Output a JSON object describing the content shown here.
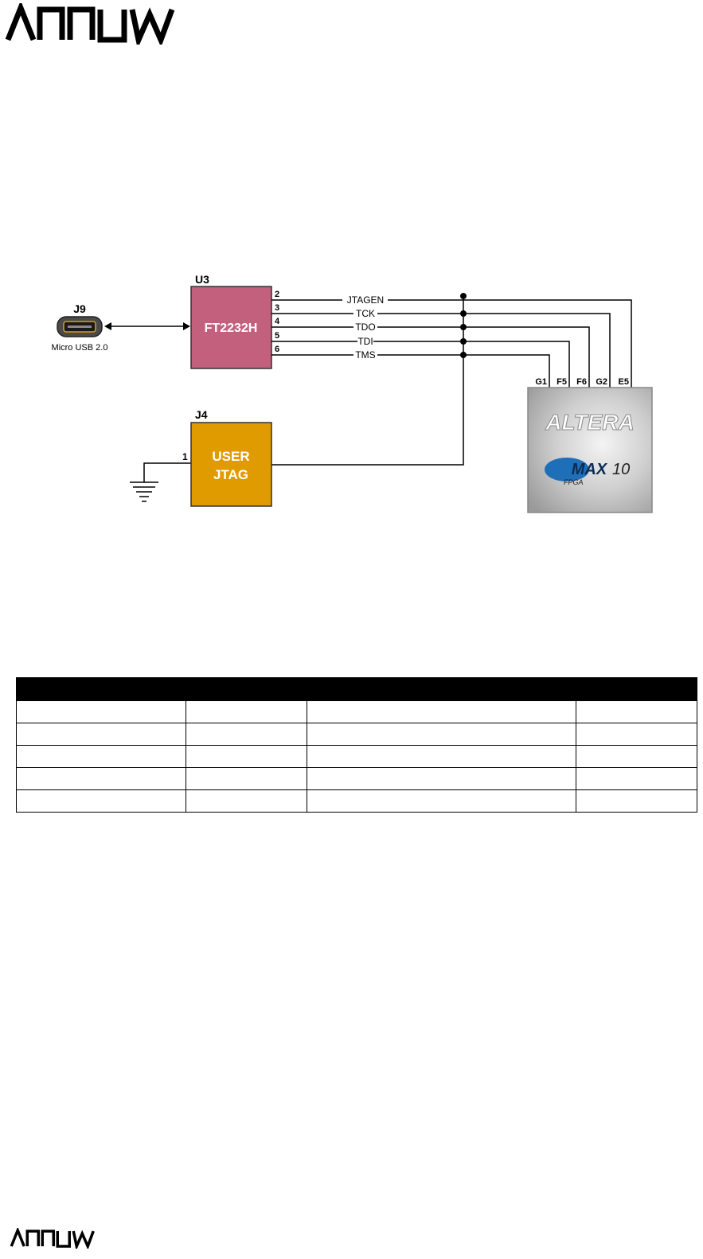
{
  "diagram": {
    "usb": {
      "ref": "J9",
      "label": "Micro USB 2.0"
    },
    "ftdi": {
      "ref": "U3",
      "label": "FT2232H",
      "color": "#c2607e"
    },
    "jtag_header": {
      "ref": "J4",
      "line1": "USER",
      "line2": "JTAG",
      "pin": "1",
      "color": "#e09b00"
    },
    "signals": [
      {
        "pin": "2",
        "name": "JTAGEN",
        "fpga_pin": "E5"
      },
      {
        "pin": "3",
        "name": "TCK",
        "fpga_pin": "G2"
      },
      {
        "pin": "4",
        "name": "TDO",
        "fpga_pin": "F6"
      },
      {
        "pin": "5",
        "name": "TDI",
        "fpga_pin": "F5"
      },
      {
        "pin": "6",
        "name": "TMS",
        "fpga_pin": "G1"
      }
    ],
    "fpga": {
      "brand": "ALTERA",
      "family": "MAX",
      "family_number": "10",
      "type": "FPGA"
    }
  },
  "table": {
    "headers": [
      "",
      "",
      "",
      ""
    ],
    "rows": [
      [
        "",
        "",
        "",
        ""
      ],
      [
        "",
        "",
        "",
        ""
      ],
      [
        "",
        "",
        "",
        ""
      ],
      [
        "",
        "",
        "",
        ""
      ],
      [
        "",
        "",
        "",
        ""
      ]
    ]
  },
  "colors": {
    "fpga_chip": "#c9c9c9",
    "max_blue": "#1f6fb8"
  }
}
